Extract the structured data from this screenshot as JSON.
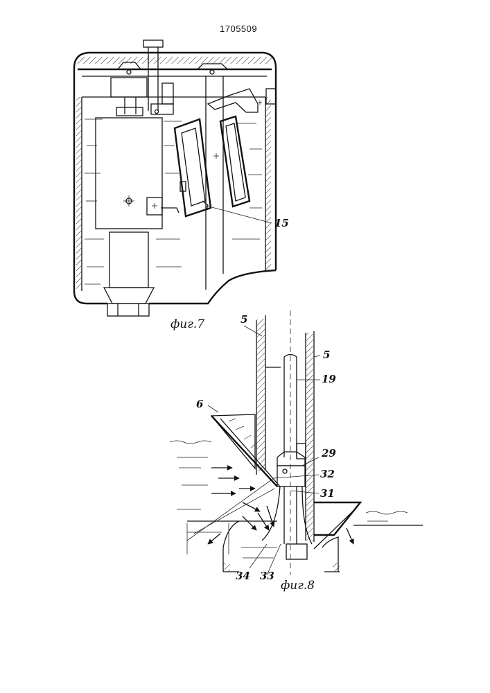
{
  "header": {
    "patent_number": "1705509"
  },
  "figures": [
    {
      "id": "fig7",
      "caption": "фиг.7",
      "references": [
        {
          "label": "15"
        }
      ]
    },
    {
      "id": "fig8",
      "caption": "фиг.8",
      "references": [
        {
          "label": "5"
        },
        {
          "label": "5"
        },
        {
          "label": "19"
        },
        {
          "label": "6"
        },
        {
          "label": "29"
        },
        {
          "label": "32"
        },
        {
          "label": "31"
        },
        {
          "label": "34"
        },
        {
          "label": "33"
        }
      ]
    }
  ]
}
